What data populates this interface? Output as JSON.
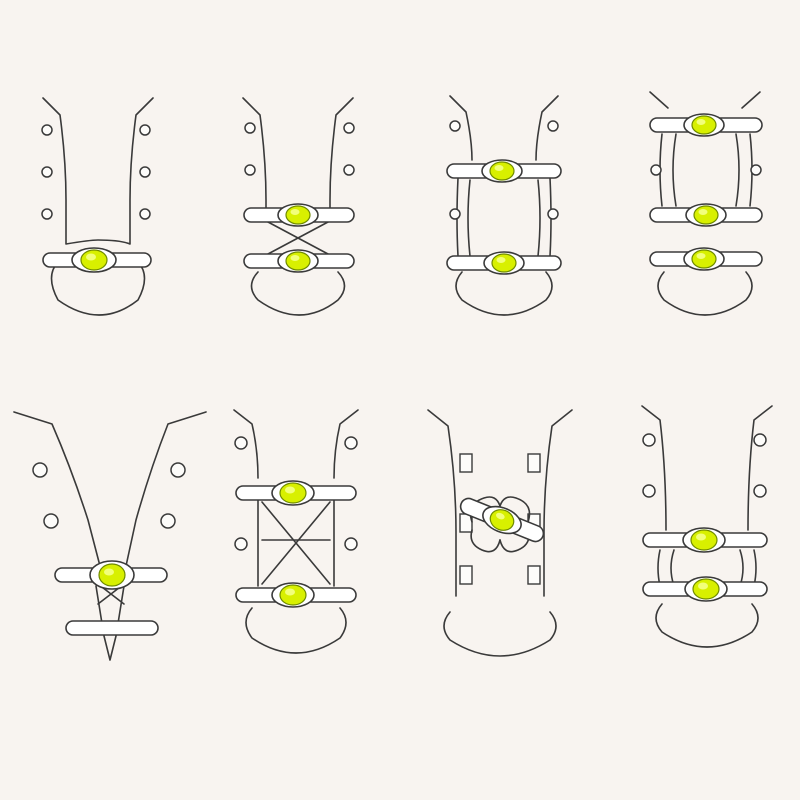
{
  "colors": {
    "background": "#f8f4f0",
    "outline": "#3a3a3a",
    "clip_fill": "#d8f000",
    "clip_highlight": "#f2ff7a"
  },
  "diagrams": [
    {
      "name": "lacing-style-1",
      "pattern": "single-clip-bottom"
    },
    {
      "name": "lacing-style-2",
      "pattern": "two-clips-crossed-lace"
    },
    {
      "name": "lacing-style-3",
      "pattern": "two-clips-ladder"
    },
    {
      "name": "lacing-style-4",
      "pattern": "three-clips-ladder"
    },
    {
      "name": "lacing-style-5",
      "pattern": "v-throat-two-bars-one-clip"
    },
    {
      "name": "lacing-style-6",
      "pattern": "two-clips-double-cross"
    },
    {
      "name": "lacing-style-7",
      "pattern": "diagonal-clip-eyelet-loops"
    },
    {
      "name": "lacing-style-8",
      "pattern": "two-clips-lower-ladder"
    }
  ]
}
